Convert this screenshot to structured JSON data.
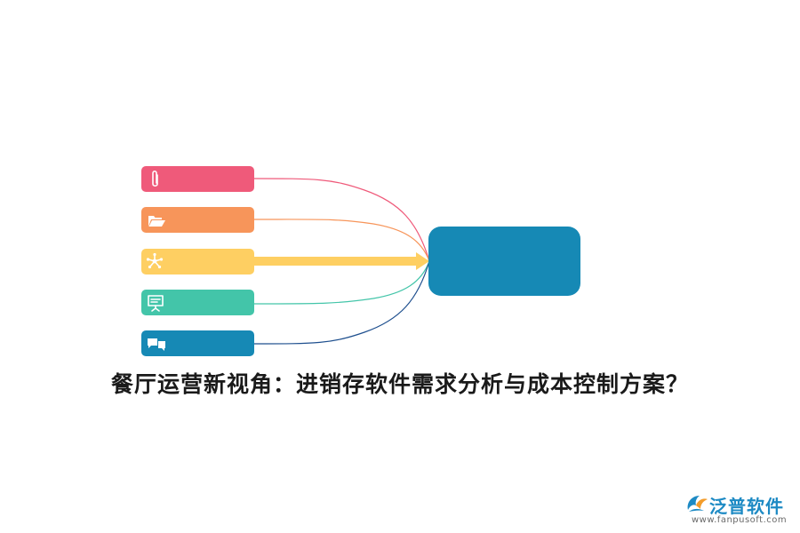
{
  "diagram": {
    "source_bars": [
      {
        "icon": "paperclip-icon",
        "color": "#ef5a7a"
      },
      {
        "icon": "folder-icon",
        "color": "#f7955a"
      },
      {
        "icon": "network-icon",
        "color": "#fecf62"
      },
      {
        "icon": "presentation-board-icon",
        "color": "#43c5a9"
      },
      {
        "icon": "chat-bubbles-icon",
        "color": "#1689b5"
      }
    ],
    "target_box": {
      "color": "#1689b5"
    },
    "title": "餐厅运营新视角：进销存软件需求分析与成本控制方案？"
  },
  "brand": {
    "name": "泛普软件",
    "url": "www.fanpusoft.com",
    "color": "#1d8ac4"
  }
}
